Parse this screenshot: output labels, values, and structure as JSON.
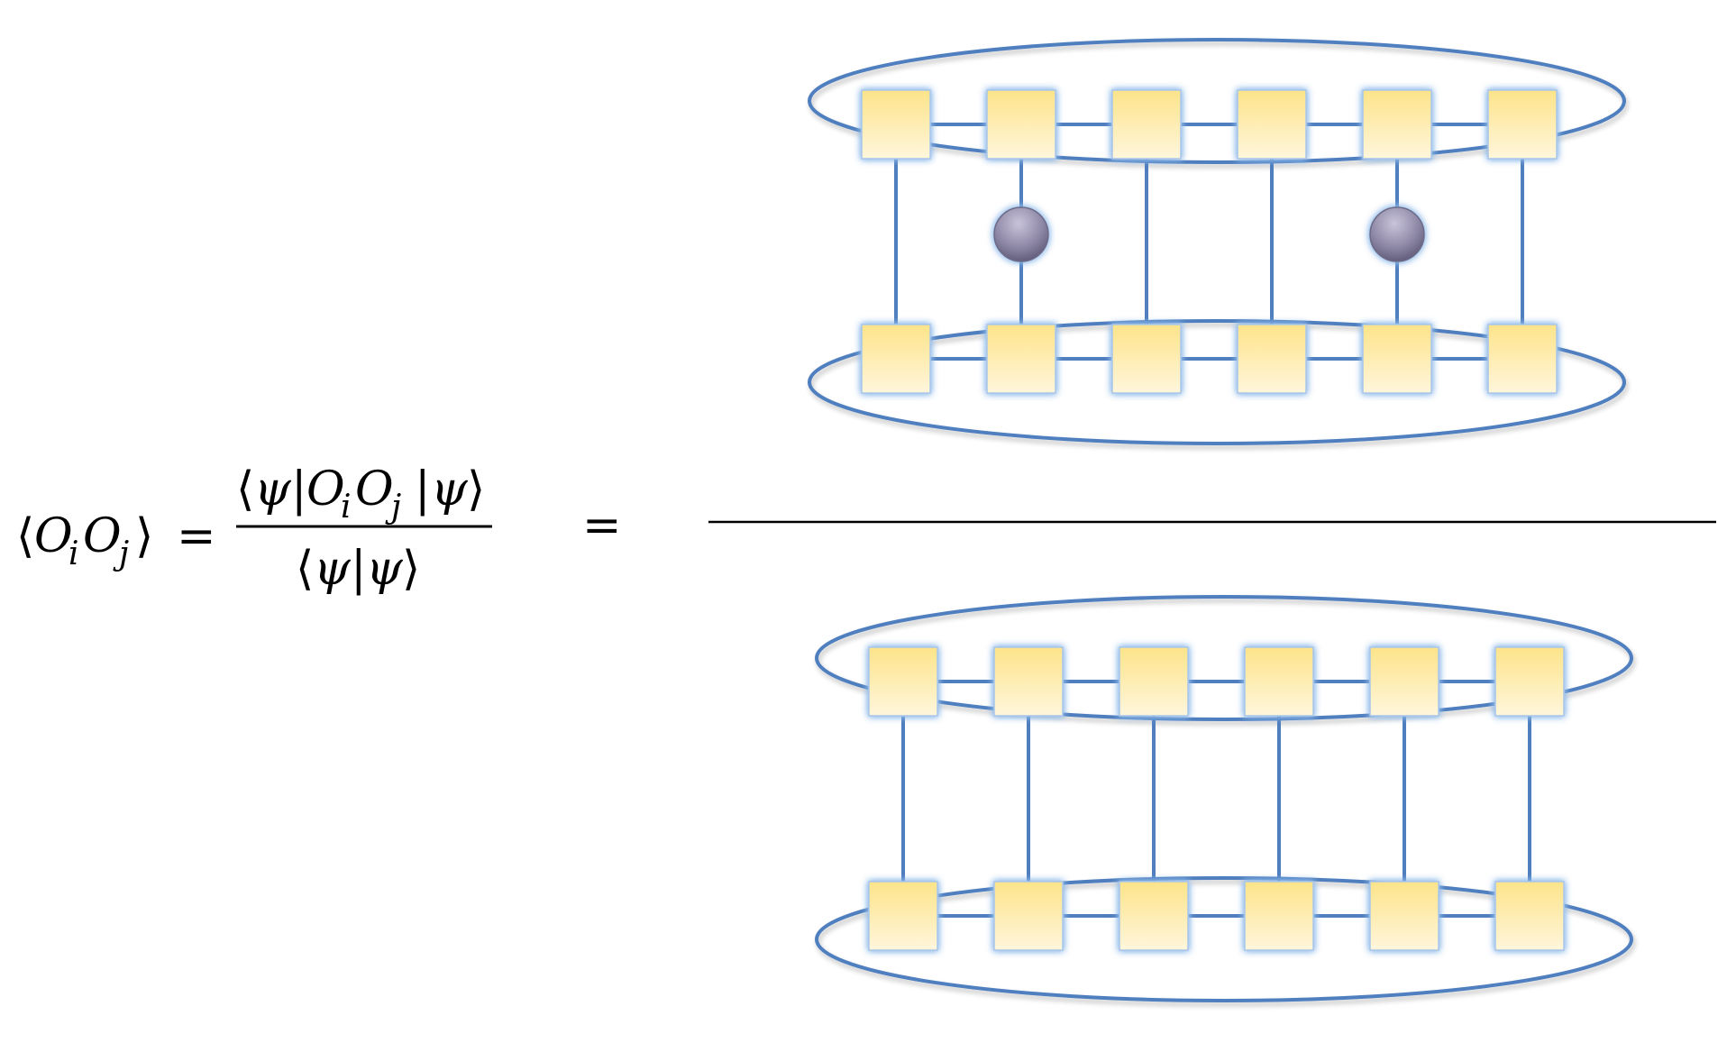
{
  "equation": {
    "lhs_open": "⟨",
    "lhs_o1": "O",
    "lhs_i": "i",
    "lhs_o2": "O",
    "lhs_j": "j",
    "lhs_close": "⟩",
    "equals_1": "=",
    "num_open": "⟨",
    "num_psi1": "ψ",
    "num_bar1": "|",
    "num_o1": "O",
    "num_i": "i",
    "num_o2": "O",
    "num_j": "j",
    "num_bar2": "|",
    "num_psi2": "ψ",
    "num_close": "⟩",
    "den_open": "⟨",
    "den_psi1": "ψ",
    "den_bar": "|",
    "den_psi2": "ψ",
    "den_close": "⟩",
    "equals_2": "="
  },
  "diagram": {
    "numerator_sites": 6,
    "operator_sites": [
      2,
      5
    ],
    "denominator_sites": 6,
    "colors": {
      "line": "#4f7fbf",
      "tensor_fill_top": "#fde48a",
      "tensor_fill_bottom": "#fff6dc",
      "tensor_glow": "#9cc3ee",
      "operator_fill_top": "#b9b4cc",
      "operator_fill_bottom": "#5e5878",
      "fraction_bar": "#000000"
    }
  }
}
